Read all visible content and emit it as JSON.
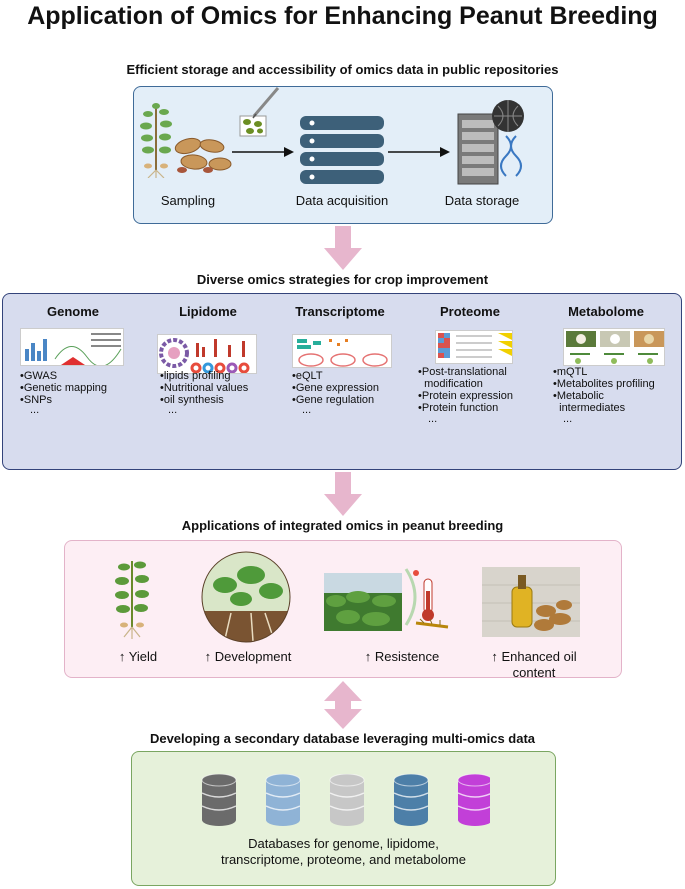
{
  "title": "Application of Omics for Enhancing Peanut Breeding",
  "section1": {
    "heading": "Efficient storage and accessibility of omics data in public repositories",
    "steps": [
      "Sampling",
      "Data acquisition",
      "Data storage"
    ]
  },
  "section2": {
    "heading": "Diverse omics strategies for crop improvement",
    "columns": [
      {
        "name": "Genome",
        "items": [
          "GWAS",
          "Genetic mapping",
          "SNPs"
        ],
        "more": "..."
      },
      {
        "name": "Lipidome",
        "items": [
          "lipids profiling",
          "Nutritional values",
          "oil synthesis"
        ],
        "more": "..."
      },
      {
        "name": "Transcriptome",
        "items": [
          "eQLT",
          "Gene expression",
          "Gene regulation"
        ],
        "more": "..."
      },
      {
        "name": "Proteome",
        "items": [
          "Post-translational",
          "modification",
          "Protein expression",
          "Protein function"
        ],
        "more": "..."
      },
      {
        "name": "Metabolome",
        "items": [
          "mQTL",
          "Metabolites profiling",
          "Metabolic",
          "intermediates"
        ],
        "more": "..."
      }
    ]
  },
  "section3": {
    "heading": "Applications of integrated omics in peanut breeding",
    "items": [
      "↑ Yield",
      "↑ Development",
      "↑ Resistence",
      "↑ Enhanced oil",
      "content"
    ]
  },
  "section4": {
    "heading": "Developing a secondary database leveraging multi-omics data",
    "caption_line1": "Databases for genome, lipidome,",
    "caption_line2": "transcriptome, proteome, and metabolome",
    "db_colors": [
      "#6b6b6b",
      "#8fb3d6",
      "#c7c7c7",
      "#4d7fa8",
      "#c23fd8"
    ]
  },
  "colors": {
    "arrow": "#e7b6cd",
    "box1_border": "#3f6b98",
    "box2_border": "#33437a",
    "box3_border": "#e3b3c9",
    "box4_border": "#7aa661"
  },
  "icons": [
    "peanut-plant-icon",
    "peanut-pods-icon",
    "syringe-icon",
    "database-icon",
    "server-icon",
    "globe-icon",
    "dna-icon",
    "thermometer-icon",
    "insect-icon",
    "oil-bottle-icon"
  ]
}
